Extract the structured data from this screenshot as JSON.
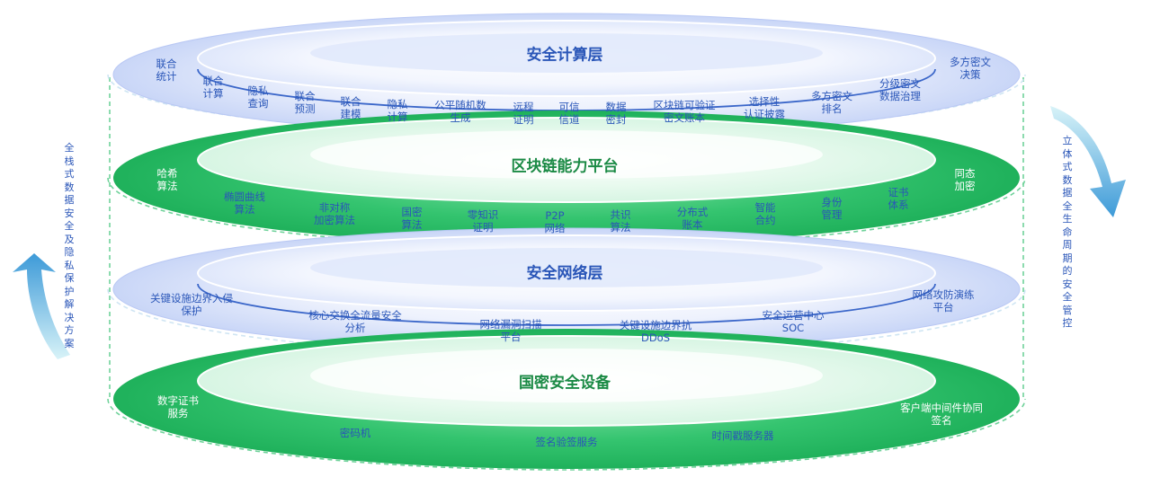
{
  "layers": [
    {
      "id": "security-compute",
      "title": "安全计算层",
      "theme": "blue",
      "items": [
        "联合\n统计",
        "联合\n计算",
        "隐私\n查询",
        "联合\n预测",
        "联合\n建模",
        "隐私\n计算",
        "公平随机数\n生成",
        "远程\n证明",
        "可信\n信道",
        "数据\n密封",
        "区块链可验证\n密文账本",
        "选择性\n认证披露",
        "多方密文\n排名",
        "分级密文\n数据治理",
        "多方密文\n决策"
      ]
    },
    {
      "id": "blockchain-platform",
      "title": "区块链能力平台",
      "theme": "green",
      "items": [
        "哈希\n算法",
        "椭圆曲线\n算法",
        "非对称\n加密算法",
        "国密\n算法",
        "零知识\n证明",
        "P2P\n网络",
        "共识\n算法",
        "分布式\n账本",
        "智能\n合约",
        "身份\n管理",
        "证书\n体系",
        "同态\n加密"
      ]
    },
    {
      "id": "security-network",
      "title": "安全网络层",
      "theme": "blue",
      "items": [
        "关键设施边界入侵\n保护",
        "核心交换全流量安全\n分析",
        "网络漏洞扫描\n平台",
        "关键设施边界抗\nDDoS",
        "安全运营中心\nSOC",
        "网络攻防演练\n平台"
      ]
    },
    {
      "id": "guomi-devices",
      "title": "国密安全设备",
      "theme": "green",
      "items": [
        "数字证书\n服务",
        "密码机",
        "签名验签服务",
        "时间戳服务器",
        "客户端中间件协同\n签名"
      ]
    }
  ],
  "side_left": "全栈式数据安全及隐私保护解决方案",
  "side_right": "立体式数据全生命周期的安全管控",
  "colors": {
    "blue_light": "#eef2fd",
    "blue_mid": "#b9c8f4",
    "blue_text": "#2a56b8",
    "green_dark": "#1fb15b",
    "green_light": "#d7f5e3",
    "green_text": "#1b8a45",
    "arrow_light": "#d8f3f8",
    "arrow_dark": "#3d9ad8"
  }
}
